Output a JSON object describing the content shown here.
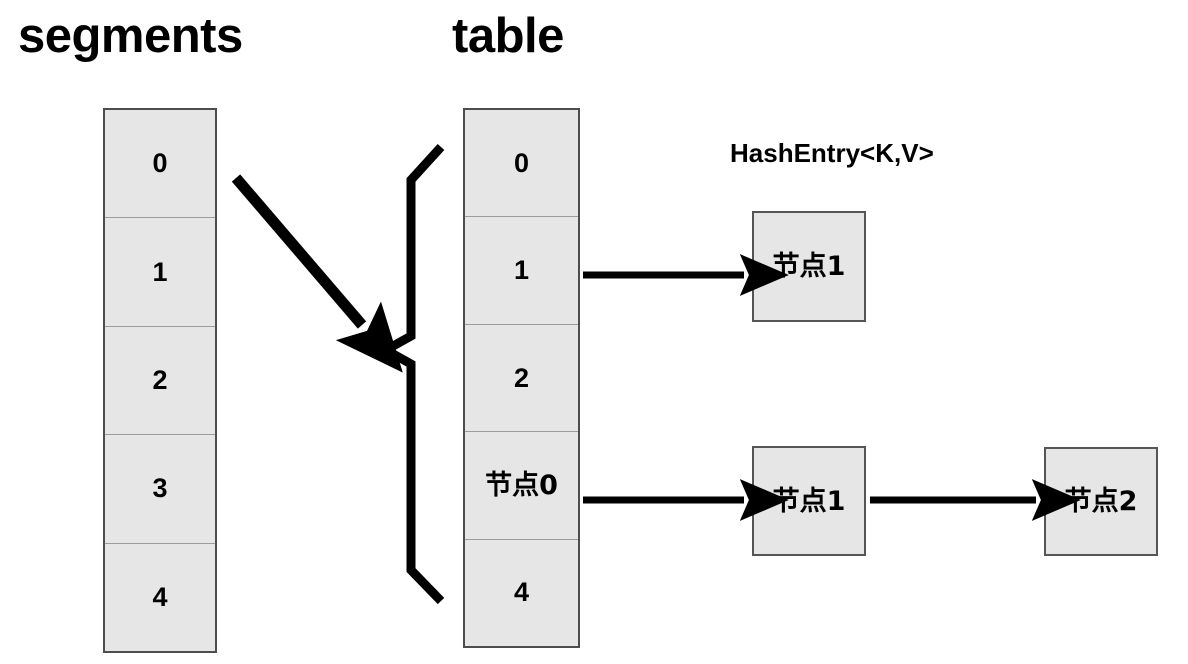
{
  "diagram": {
    "title_segments": "segments",
    "title_table": "table",
    "entry_label": "HashEntry<K,V>",
    "colors": {
      "cell_fill": "#e6e6e6",
      "cell_border": "#4d4d4d",
      "cell_divider": "#9c9c9c",
      "node_border": "#555555",
      "arrow": "#000000",
      "text": "#000000",
      "background": "#ffffff"
    }
  },
  "segments_column": {
    "name": "segments",
    "cells": [
      {
        "label": "0"
      },
      {
        "label": "1"
      },
      {
        "label": "2"
      },
      {
        "label": "3"
      },
      {
        "label": "4"
      }
    ]
  },
  "table_column": {
    "name": "table",
    "cells": [
      {
        "label": "0"
      },
      {
        "label": "1"
      },
      {
        "label": "2"
      },
      {
        "label": "节点0"
      },
      {
        "label": "4"
      }
    ]
  },
  "nodes": [
    {
      "label": "节点1"
    },
    {
      "label": "节点1"
    },
    {
      "label": "节点2"
    }
  ],
  "connectors": {
    "segment_to_table": "diagonal-arrow",
    "brace": "curly-brace",
    "row1_arrow": "table-row-1-to-node",
    "row3_arrow": "table-row-4-to-node",
    "chain_arrow": "node-to-node"
  }
}
